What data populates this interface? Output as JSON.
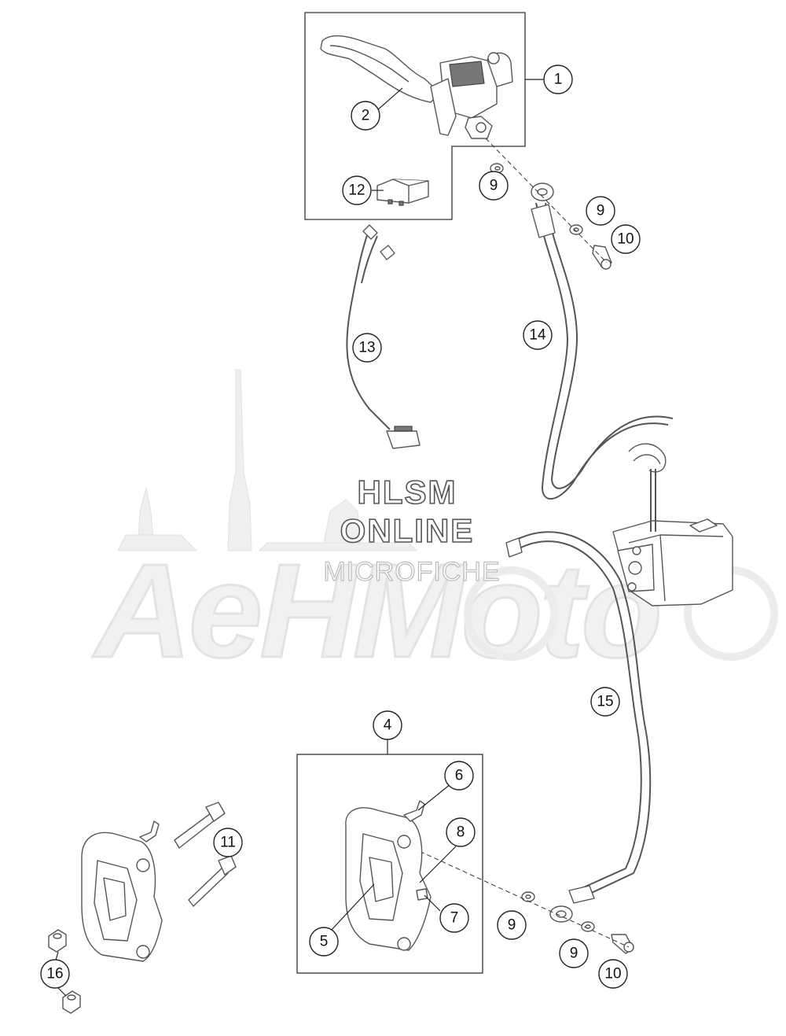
{
  "watermark": {
    "line1": "HLSM",
    "line2": "ONLINE",
    "line3": "MICROFICHE",
    "brand": "AeHMoto"
  },
  "callouts": [
    {
      "id": "c1",
      "label": "1"
    },
    {
      "id": "c2",
      "label": "2"
    },
    {
      "id": "c12",
      "label": "12"
    },
    {
      "id": "c9a",
      "label": "9"
    },
    {
      "id": "c9b",
      "label": "9"
    },
    {
      "id": "c10a",
      "label": "10"
    },
    {
      "id": "c14",
      "label": "14"
    },
    {
      "id": "c13",
      "label": "13"
    },
    {
      "id": "c15",
      "label": "15"
    },
    {
      "id": "c4",
      "label": "4"
    },
    {
      "id": "c6",
      "label": "6"
    },
    {
      "id": "c8",
      "label": "8"
    },
    {
      "id": "c11",
      "label": "11"
    },
    {
      "id": "c7",
      "label": "7"
    },
    {
      "id": "c5",
      "label": "5"
    },
    {
      "id": "c9c",
      "label": "9"
    },
    {
      "id": "c9d",
      "label": "9"
    },
    {
      "id": "c10b",
      "label": "10"
    },
    {
      "id": "c16",
      "label": "16"
    }
  ]
}
